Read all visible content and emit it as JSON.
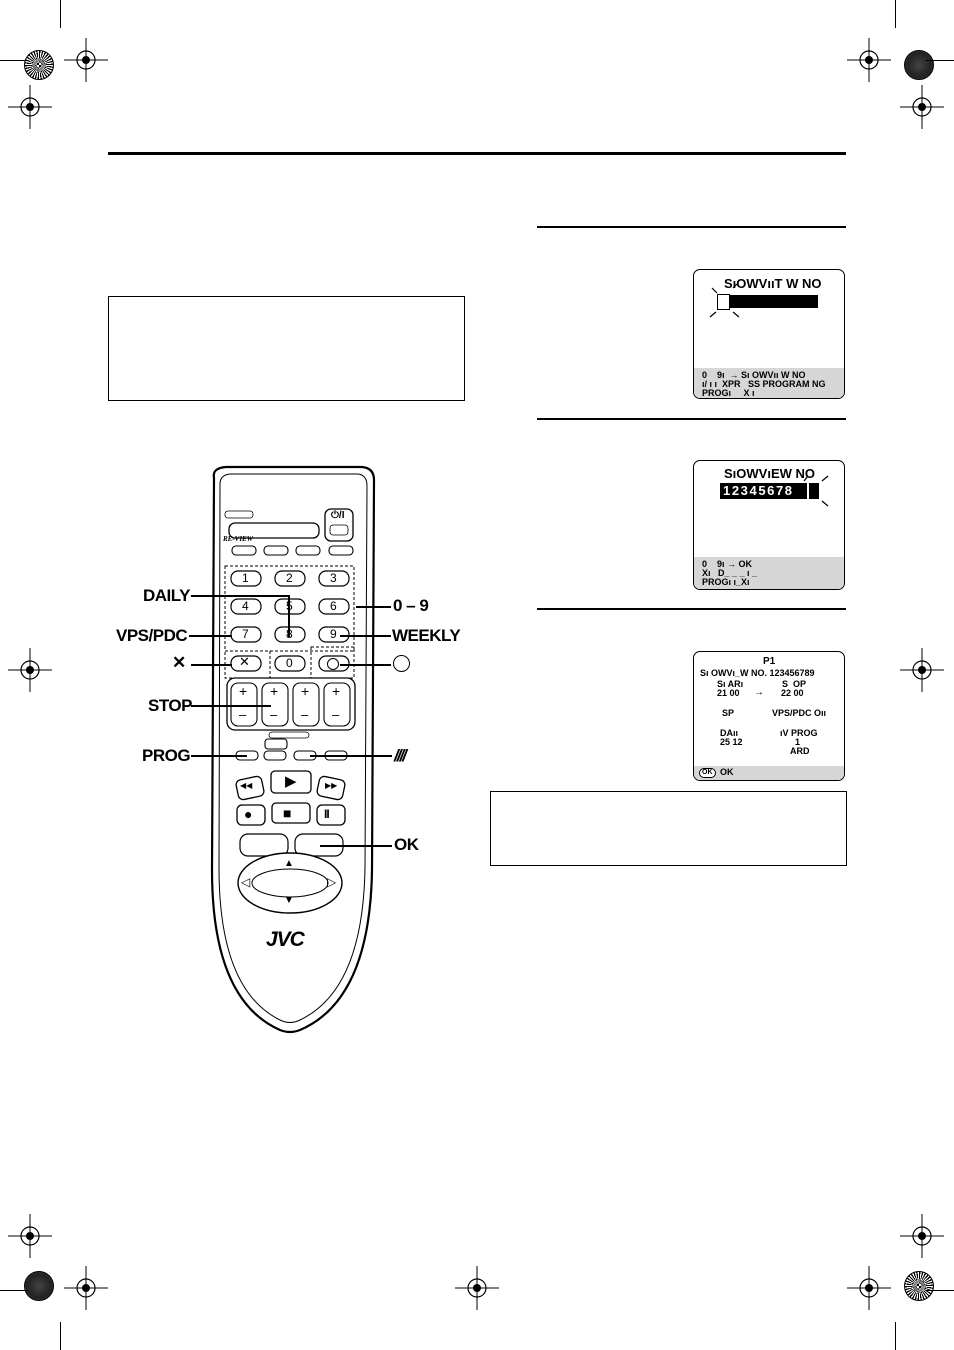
{
  "header": {
    "rule": true
  },
  "screens": [
    {
      "title": "SıOWVııT W NO",
      "footer": [
        "0    9ı  → Sı OWVıı W NO",
        "ı/ ı ı  XPR   SS PROGRAM NG",
        "PROGı     X ı"
      ]
    },
    {
      "title": "SıOWVıEW NO",
      "number": "12345678",
      "footer": [
        "0    9ı → OK",
        "Xı   D_ _ _ ı _",
        "PROGı ı_Xı"
      ]
    },
    {
      "title": "P1",
      "line1": "Sı OWVı_W NO. 123456789",
      "start_label": "Sı ARı",
      "stop_label": "S  OP",
      "start_time": "21 00",
      "arrow": "→",
      "stop_time": "22 00",
      "speed": "SP",
      "vps": "VPS/PDC Oıı",
      "date_label": "DAıı",
      "tvprog_label": "ıV PROG",
      "date_value": "25 12",
      "tvprog_value": "1",
      "channel": "ARD",
      "footer_ok_icon": "OK",
      "footer_ok": "OK"
    }
  ],
  "callouts": {
    "left": [
      "DAILY",
      "VPS/PDC",
      "✕",
      "STOP",
      "PROG"
    ],
    "right": [
      "0 – 9",
      "WEEKLY",
      "⊙",
      "////",
      "OK"
    ]
  },
  "remote": {
    "brand": "JVC",
    "review_label": "RE-VIEW",
    "power_label": "⏻/I",
    "digits": [
      "1",
      "2",
      "3",
      "4",
      "5",
      "6",
      "7",
      "8",
      "9",
      "0"
    ],
    "clear_symbol": "✕",
    "plus": "+",
    "minus": "–",
    "play": "▶",
    "rew": "◀◀",
    "ff": "▶▶",
    "rec": "●",
    "stop": "■",
    "pause": "II",
    "up": "▲",
    "down": "▼",
    "left": "◁",
    "right": "▷"
  }
}
